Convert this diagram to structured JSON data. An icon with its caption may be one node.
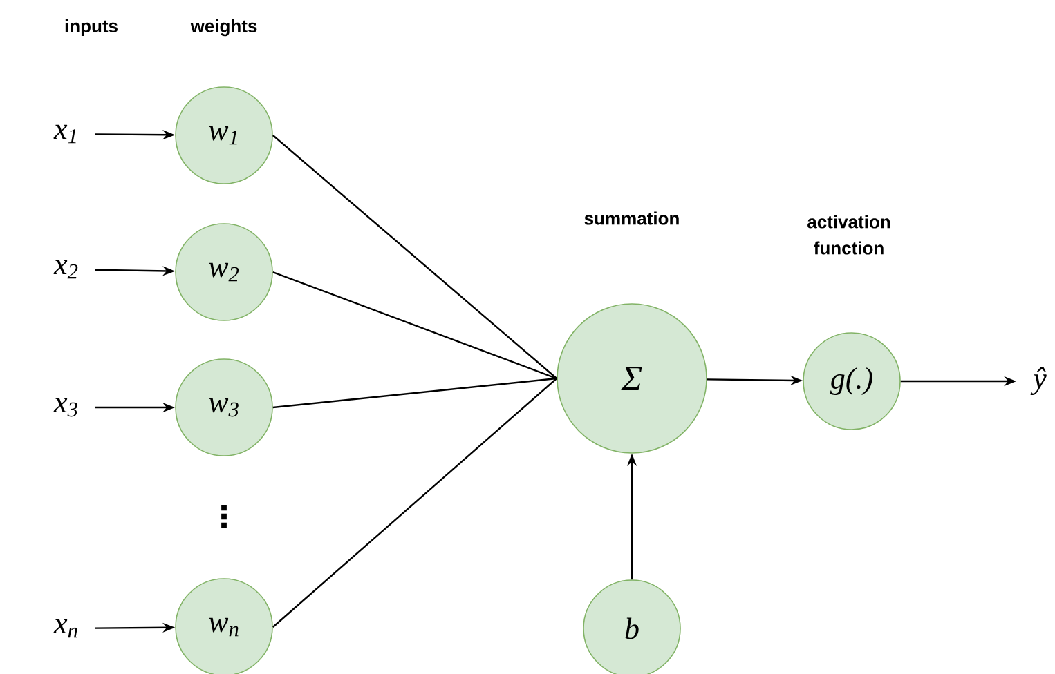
{
  "diagram": {
    "nodes": [
      {
        "text": [
          "x$_{1}$"
        ]
      },
      {
        "text": [
          "w$_{1}$"
        ]
      },
      {
        "text": [
          "x$_{2}$"
        ]
      },
      {
        "text": [
          "w$_{2}$"
        ]
      },
      {
        "text": [
          "x$_{3}$"
        ]
      },
      {
        "text": [
          "w$_{3}$"
        ]
      },
      {
        "text": [
          "x$_{n}$"
        ]
      },
      {
        "text": [
          "w$_{n}$"
        ]
      },
      {
        "text": [
          "Σ"
        ]
      },
      {
        "text": [
          "g(.)"
        ]
      },
      {
        "text": [
          "ŷ"
        ]
      },
      {
        "text": [
          "b"
        ]
      }
    ],
    "edges": [
      {
        "from": 0,
        "to": 1,
        "arrow": "to"
      },
      {
        "from": 2,
        "to": 3,
        "arrow": "to"
      },
      {
        "from": 4,
        "to": 5,
        "arrow": "to"
      },
      {
        "from": 6,
        "to": 7,
        "arrow": "to"
      },
      {
        "from": 1,
        "to": 8,
        "arrow": "none"
      },
      {
        "from": 3,
        "to": 8,
        "arrow": "none"
      },
      {
        "from": 5,
        "to": 8,
        "arrow": "none"
      },
      {
        "from": 7,
        "to": 8,
        "arrow": "none"
      },
      {
        "from": 8,
        "to": 9,
        "arrow": "to"
      },
      {
        "from": 9,
        "to": 10,
        "arrow": "to"
      },
      {
        "from": 11,
        "to": 8,
        "arrow": "to"
      }
    ],
    "labels": [
      "inputs",
      "weights",
      "summation",
      "activation function",
      "⋮"
    ]
  }
}
